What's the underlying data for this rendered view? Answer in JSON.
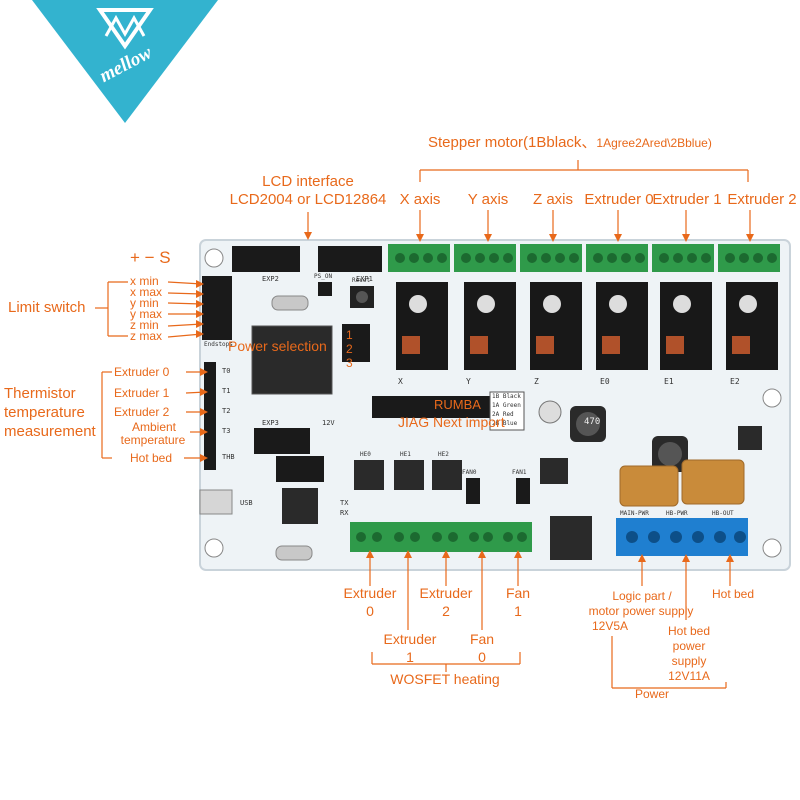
{
  "logo": {
    "text": "mellow"
  },
  "colors": {
    "accent": "#e8691b",
    "logo_teal": "#33b3cf",
    "board": "#eef3f6",
    "terminal_green": "#2f9a4a",
    "terminal_blue": "#1f7fd0"
  },
  "top": {
    "stepper_title": "Stepper motor(1Bblack、",
    "stepper_subtitle": "1Agree2Ared\\2Bblue)",
    "lcd_line1": "LCD interface",
    "lcd_line2": "LCD2004 or LCD12864",
    "axes": [
      {
        "label": "X axis"
      },
      {
        "label": "Y axis"
      },
      {
        "label": "Z axis"
      },
      {
        "label": "Extruder 0"
      },
      {
        "label": "Extruder 1"
      },
      {
        "label": "Extruder 2"
      }
    ]
  },
  "left": {
    "pm": "+ − S",
    "limit_switch": "Limit switch",
    "limits": [
      "x min",
      "x max",
      "y min",
      "y max",
      "z min",
      "z max"
    ],
    "thermistor": [
      "Thermistor",
      "temperature",
      "measurement"
    ],
    "therms": [
      "Extruder 0",
      "Extruder 1",
      "Extruder 2",
      "Ambient",
      "temperature",
      "Hot bed"
    ]
  },
  "middle": {
    "power_selection": "Power selection",
    "jp_1": "1",
    "jp_2": "2",
    "jp_3": "3",
    "rumba": "RUMBA",
    "jtag": "JIAG Next import"
  },
  "bottom": {
    "extruder0": [
      "Extruder",
      "0"
    ],
    "extruder1": [
      "Extruder",
      "1"
    ],
    "extruder2": [
      "Extruder",
      "2"
    ],
    "fan0": [
      "Fan",
      "0"
    ],
    "fan1": [
      "Fan",
      "1"
    ],
    "wosfet": "WOSFET heating",
    "logic": [
      "Logic part /",
      "motor power supply",
      "12V5A"
    ],
    "hotbed_power": [
      "Hot bed",
      "power",
      "supply",
      "12V11A"
    ],
    "hotbed": "Hot bed",
    "power": "Power"
  },
  "silk": {
    "exp2": "EXP2",
    "exp1": "EXP1",
    "exp3": "EXP3",
    "reset": "Reset",
    "usb": "USB",
    "endstops": "Endstops",
    "ps_on": "PS_ON",
    "t0": "T0",
    "t1": "T1",
    "t2": "T2",
    "t3": "T3",
    "thb": "THB",
    "x": "X",
    "y": "Y",
    "z": "Z",
    "e0": "E0",
    "e1": "E1",
    "e2": "E2",
    "he0": "HE0",
    "he1": "HE1",
    "he2": "HE2",
    "fan0": "FAN0",
    "fan1": "FAN1",
    "main_pwr": "MAIN-PWR",
    "hb_pwr": "HB-PWR",
    "hb_out": "HB-OUT",
    "v12": "12V",
    "cap": "470",
    "tx": "TX",
    "rx": "RX",
    "legend": [
      "1B Black",
      "1A Green",
      "2A Red",
      "2B Blue"
    ]
  }
}
